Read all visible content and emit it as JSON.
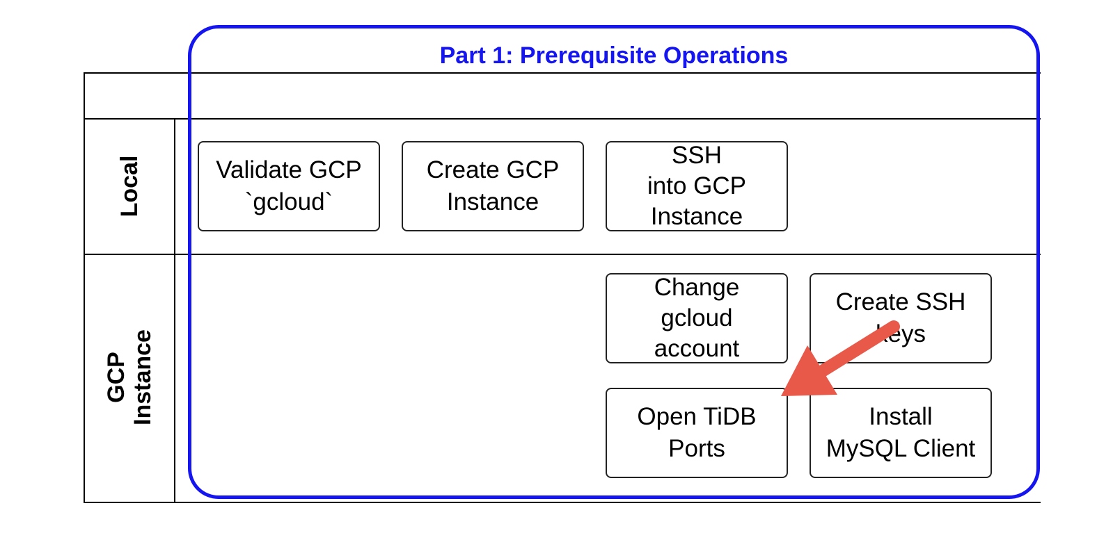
{
  "part": {
    "title": "Part 1: Prerequisite Operations",
    "frame_color": "#1515f0"
  },
  "lanes": [
    {
      "label": "Local"
    },
    {
      "label": "GCP\nInstance"
    }
  ],
  "steps": {
    "validate_gcloud": "Validate GCP\n`gcloud`",
    "create_instance": "Create GCP\nInstance",
    "ssh_instance": "SSH\ninto GCP\nInstance",
    "change_account": "Change\ngcloud\naccount",
    "create_ssh_keys": "Create SSH\nkeys",
    "open_ports": "Open TiDB\nPorts",
    "install_mysql": "Install\nMySQL Client"
  },
  "annotation": {
    "arrow_color": "#e8594a"
  }
}
